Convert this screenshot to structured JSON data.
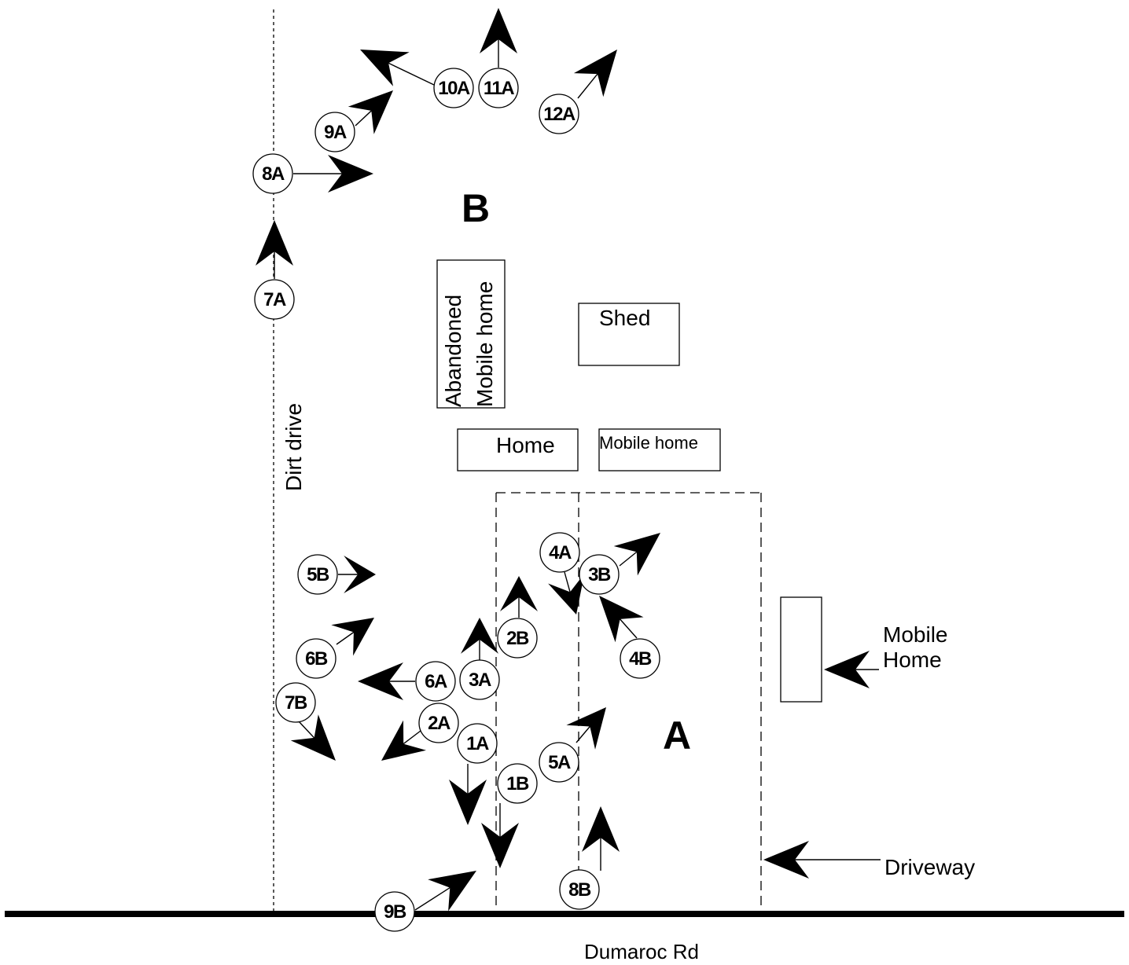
{
  "zones": {
    "a": "A",
    "b": "B"
  },
  "road": {
    "label": "Dumaroc Rd"
  },
  "dirt_drive": {
    "label": "Dirt drive"
  },
  "structures": {
    "abandoned_line1": "Abandoned",
    "abandoned_line2": "Mobile home",
    "shed": "Shed",
    "home": "Home",
    "mobile_home": "Mobile home",
    "mobile_home_right_line1": "Mobile",
    "mobile_home_right_line2": "Home",
    "driveway": "Driveway"
  },
  "markers": [
    "1A",
    "2A",
    "3A",
    "4A",
    "5A",
    "6A",
    "7A",
    "8A",
    "9A",
    "10A",
    "11A",
    "12A",
    "1B",
    "2B",
    "3B",
    "4B",
    "5B",
    "6B",
    "7B",
    "8B",
    "9B"
  ],
  "colors": {
    "ink": "#000000",
    "background": "#ffffff"
  }
}
